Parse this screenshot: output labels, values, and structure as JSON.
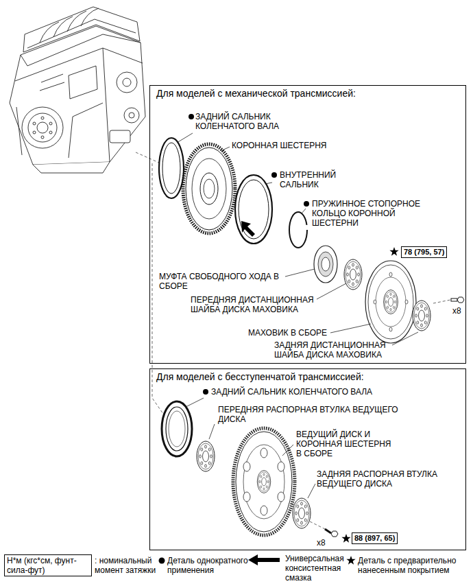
{
  "diagram": {
    "nodes": [
      {
        "text": [
          "Для моделей с механической трансмиссией:"
        ]
      },
      {
        "text": [
          "78 (795, 57)"
        ],
        "in": 0
      },
      {
        "text": [
          "Для моделей с бесступенчатой трансмиссией:"
        ]
      },
      {
        "text": [
          "88 (897, 65)"
        ],
        "in": 2
      },
      {
        "text": [
          "Н*м (кгс*см, фунт-сила-фут)"
        ]
      }
    ],
    "labels": [
      "ЗАДНИЙ САЛЬНИК КОЛЕНЧАТОГО ВАЛА",
      "КОРОННАЯ ШЕСТЕРНЯ",
      "ВНУТРЕННИЙ САЛЬНИК",
      "ПРУЖИННОЕ СТОПОРНОЕ КОЛЬЦО КОРОННОЙ ШЕСТЕРНИ",
      "МУФТА СВОБОДНОГО ХОДА В СБОРЕ",
      "ПЕРЕДНЯЯ ДИСТАНЦИОННАЯ ШАЙБА ДИСКА МАХОВИКА",
      "МАХОВИК В СБОРЕ",
      "ЗАДНЯЯ ДИСТАНЦИОННАЯ ШАЙБА ДИСКА МАХОВИКА",
      "x8",
      "ЗАДНИЙ САЛЬНИК КОЛЕНЧАТОГО ВАЛА",
      "ПЕРЕДНЯЯ РАСПОРНАЯ ВТУЛКА ВЕДУЩЕГО ДИСКА",
      "ВЕДУЩИЙ ДИСК И КОРОННАЯ ШЕСТЕРНЯ В СБОРЕ",
      "ЗАДНЯЯ РАСПОРНАЯ ВТУЛКА ВЕДУЩЕГО ДИСКА",
      "x8"
    ],
    "legend": [
      {
        "text": ": номинальный момент затяжки"
      },
      {
        "text": "Деталь однократного применения"
      },
      {
        "text": "Универсальная консистентная смазка"
      },
      {
        "text": "Деталь с предварительно нанесенным покрытием"
      }
    ]
  }
}
